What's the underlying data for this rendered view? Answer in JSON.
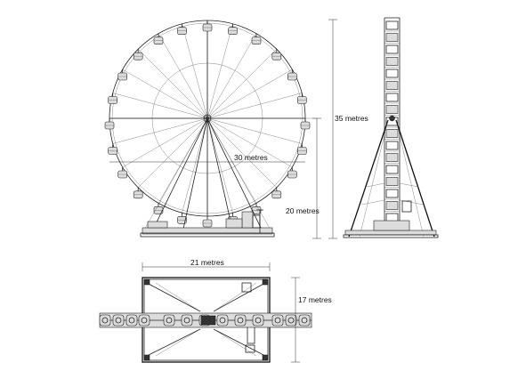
{
  "dimensions": {
    "width_label": "21 metres",
    "depth_label": "17 metres",
    "height_label": "35 metres",
    "axle_height_label": "20 metres",
    "diameter_label": "30 metres"
  },
  "line_color": "#222222",
  "gondola_count": 24
}
